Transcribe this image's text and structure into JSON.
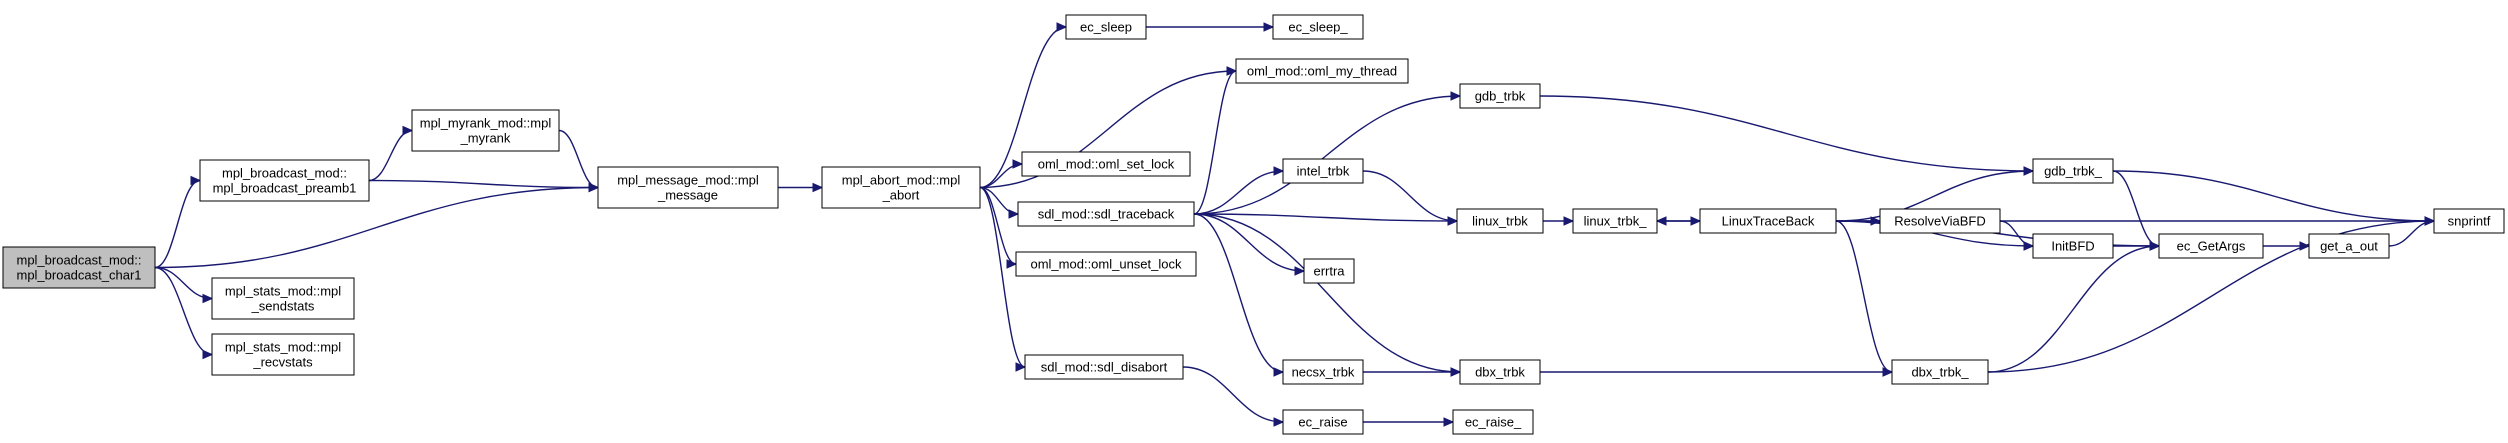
{
  "graph": {
    "edge_color": "#191970",
    "root_fill": "#bfbfbf",
    "nodes": {
      "root": [
        "mpl_broadcast_mod::",
        "mpl_broadcast_char1"
      ],
      "preamb": [
        "mpl_broadcast_mod::",
        "mpl_broadcast_preamb1"
      ],
      "myrank": [
        "mpl_myrank_mod::mpl",
        "_myrank"
      ],
      "sendstats": [
        "mpl_stats_mod::mpl",
        "_sendstats"
      ],
      "recvstats": [
        "mpl_stats_mod::mpl",
        "_recvstats"
      ],
      "message": [
        "mpl_message_mod::mpl",
        "_message"
      ],
      "abort": [
        "mpl_abort_mod::mpl",
        "_abort"
      ],
      "ec_sleep": [
        "ec_sleep"
      ],
      "ec_sleep_": [
        "ec_sleep_"
      ],
      "oml_my_thread": [
        "oml_mod::oml_my_thread"
      ],
      "oml_set_lock": [
        "oml_mod::oml_set_lock"
      ],
      "sdl_traceback": [
        "sdl_mod::sdl_traceback"
      ],
      "oml_unset_lock": [
        "oml_mod::oml_unset_lock"
      ],
      "sdl_disabort": [
        "sdl_mod::sdl_disabort"
      ],
      "gdb_trbk": [
        "gdb_trbk"
      ],
      "intel_trbk": [
        "intel_trbk"
      ],
      "linux_trbk": [
        "linux_trbk"
      ],
      "errtra": [
        "errtra"
      ],
      "necsx_trbk": [
        "necsx_trbk"
      ],
      "dbx_trbk": [
        "dbx_trbk"
      ],
      "ec_raise": [
        "ec_raise"
      ],
      "ec_raise_": [
        "ec_raise_"
      ],
      "linux_trbk_": [
        "linux_trbk_"
      ],
      "LinuxTraceBack": [
        "LinuxTraceBack"
      ],
      "gdb_trbk_": [
        "gdb_trbk_"
      ],
      "ResolveViaBFD": [
        "ResolveViaBFD"
      ],
      "InitBFD": [
        "InitBFD"
      ],
      "dbx_trbk_": [
        "dbx_trbk_"
      ],
      "ec_GetArgs": [
        "ec_GetArgs"
      ],
      "get_a_out": [
        "get_a_out"
      ],
      "snprintf": [
        "snprintf"
      ]
    },
    "edges": [
      [
        "root",
        "preamb"
      ],
      [
        "root",
        "message"
      ],
      [
        "root",
        "sendstats"
      ],
      [
        "root",
        "recvstats"
      ],
      [
        "preamb",
        "myrank"
      ],
      [
        "preamb",
        "message"
      ],
      [
        "myrank",
        "message"
      ],
      [
        "message",
        "abort"
      ],
      [
        "abort",
        "ec_sleep"
      ],
      [
        "abort",
        "oml_my_thread"
      ],
      [
        "abort",
        "oml_set_lock"
      ],
      [
        "abort",
        "sdl_traceback"
      ],
      [
        "abort",
        "oml_unset_lock"
      ],
      [
        "abort",
        "sdl_disabort"
      ],
      [
        "ec_sleep",
        "ec_sleep_"
      ],
      [
        "sdl_traceback",
        "oml_my_thread"
      ],
      [
        "sdl_traceback",
        "gdb_trbk"
      ],
      [
        "sdl_traceback",
        "intel_trbk"
      ],
      [
        "sdl_traceback",
        "linux_trbk"
      ],
      [
        "sdl_traceback",
        "errtra"
      ],
      [
        "sdl_traceback",
        "necsx_trbk"
      ],
      [
        "sdl_traceback",
        "dbx_trbk"
      ],
      [
        "sdl_disabort",
        "ec_raise"
      ],
      [
        "ec_raise",
        "ec_raise_"
      ],
      [
        "gdb_trbk",
        "gdb_trbk_"
      ],
      [
        "intel_trbk",
        "linux_trbk"
      ],
      [
        "linux_trbk",
        "linux_trbk_"
      ],
      [
        "necsx_trbk",
        "dbx_trbk"
      ],
      [
        "dbx_trbk",
        "dbx_trbk_"
      ],
      [
        "linux_trbk_",
        "LinuxTraceBack"
      ],
      [
        "LinuxTraceBack",
        "linux_trbk_"
      ],
      [
        "LinuxTraceBack",
        "gdb_trbk_"
      ],
      [
        "LinuxTraceBack",
        "ResolveViaBFD"
      ],
      [
        "LinuxTraceBack",
        "InitBFD"
      ],
      [
        "LinuxTraceBack",
        "ec_GetArgs"
      ],
      [
        "LinuxTraceBack",
        "dbx_trbk_"
      ],
      [
        "LinuxTraceBack",
        "snprintf"
      ],
      [
        "ResolveViaBFD",
        "InitBFD"
      ],
      [
        "InitBFD",
        "ec_GetArgs"
      ],
      [
        "gdb_trbk_",
        "ec_GetArgs"
      ],
      [
        "gdb_trbk_",
        "snprintf"
      ],
      [
        "dbx_trbk_",
        "ec_GetArgs"
      ],
      [
        "dbx_trbk_",
        "snprintf"
      ],
      [
        "ec_GetArgs",
        "get_a_out"
      ],
      [
        "get_a_out",
        "snprintf"
      ]
    ]
  }
}
